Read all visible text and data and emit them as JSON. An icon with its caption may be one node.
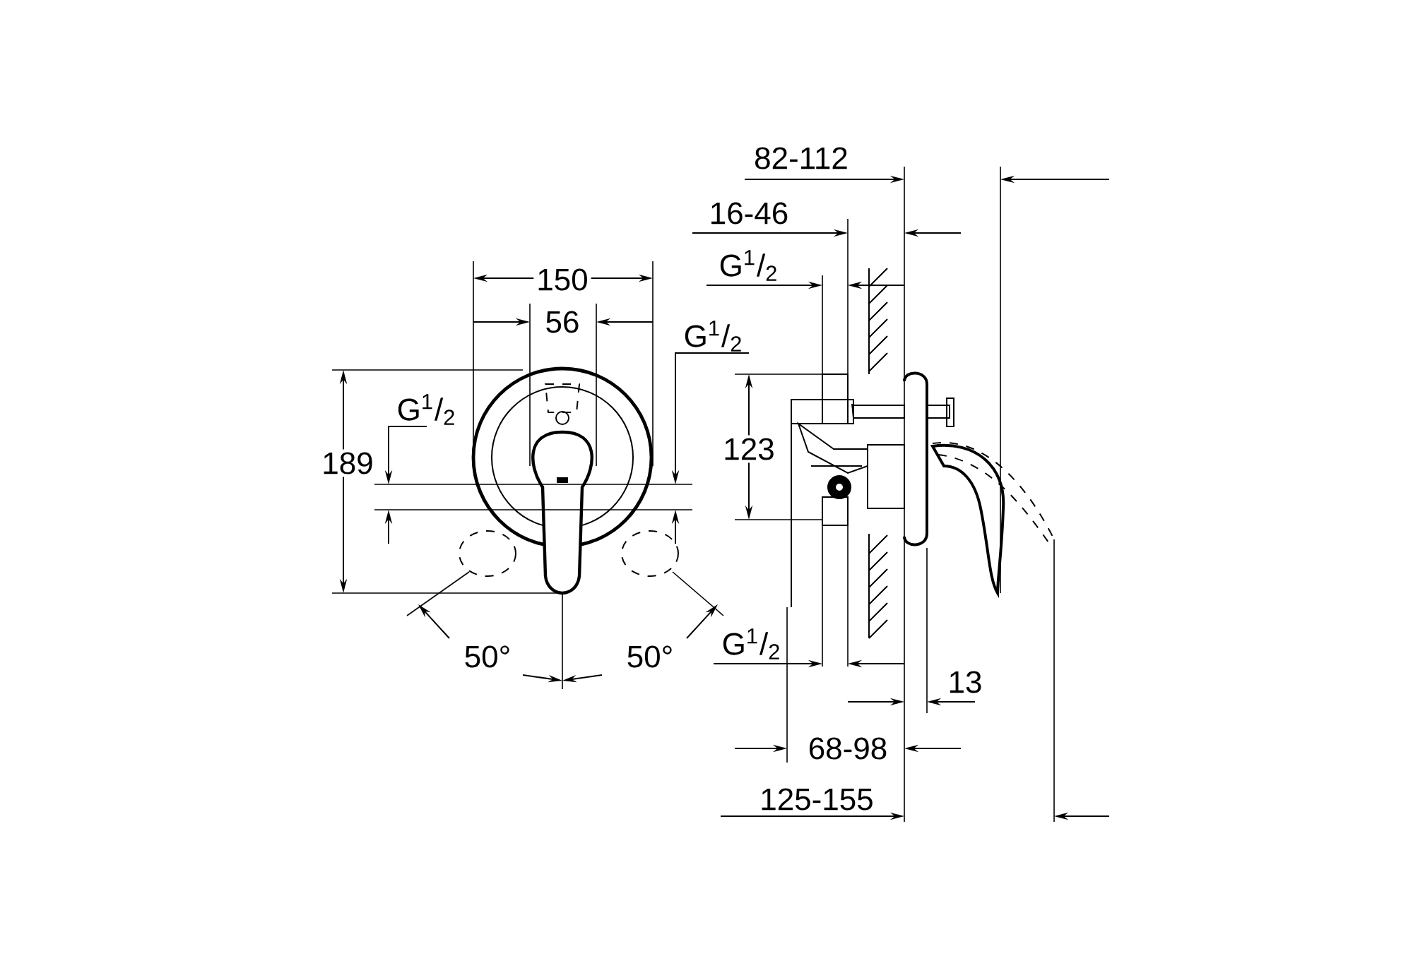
{
  "diagram": {
    "labels": [
      "82-112",
      "16-46",
      "150",
      "G$^{1}$/$_{2}$",
      "56",
      "G$^{1}$/$_{2}$",
      "G$^{1}$/$_{2}$",
      "123",
      "189",
      "50°",
      "50°",
      "G$^{1}$/$_{2}$",
      "13",
      "68-98",
      "125-155"
    ]
  }
}
